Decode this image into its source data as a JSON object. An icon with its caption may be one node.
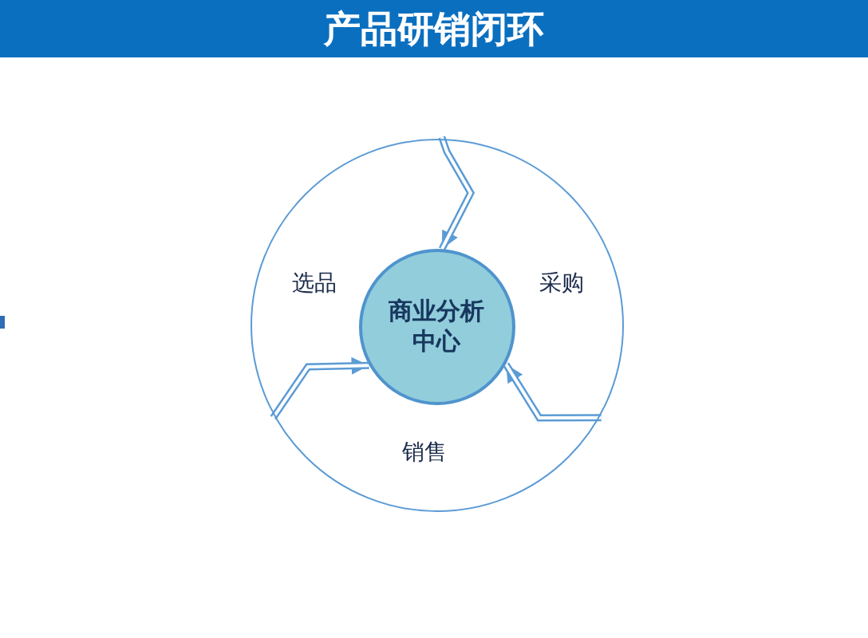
{
  "diagram": {
    "title": "产品研销闭环",
    "nodes": [
      {
        "text": [],
        "shape": "circle"
      },
      {
        "text": [
          "商业分析中心"
        ],
        "in": 0
      }
    ],
    "edges": [
      {
        "from": 0,
        "to": 1,
        "arrow": "to"
      },
      {
        "from": 0,
        "to": 1,
        "arrow": "to"
      },
      {
        "from": 0,
        "to": 1,
        "arrow": "to"
      }
    ],
    "labels": [
      "选品",
      "采购",
      "销售"
    ]
  }
}
